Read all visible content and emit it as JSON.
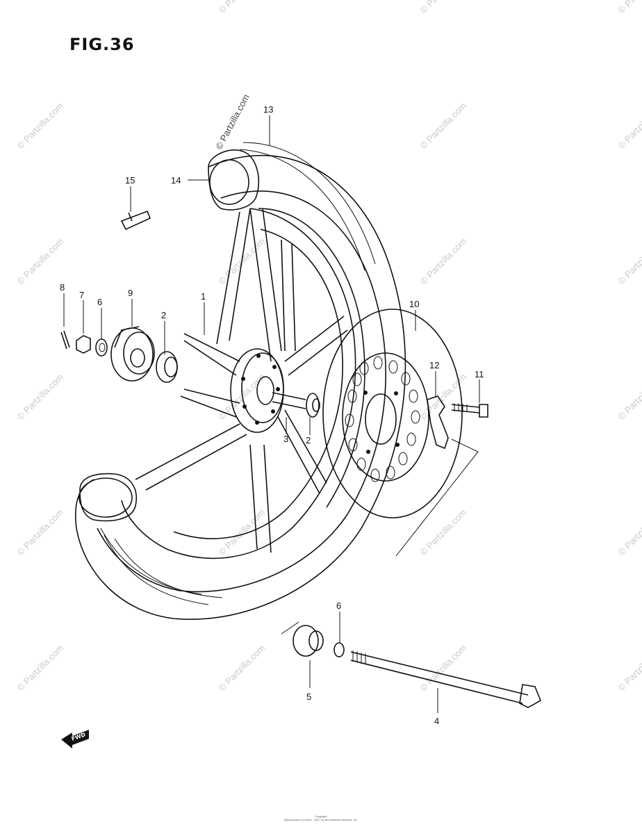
{
  "figure": {
    "title": "FIG.36"
  },
  "callouts": [
    {
      "id": "c1",
      "label": "1"
    },
    {
      "id": "c2a",
      "label": "2"
    },
    {
      "id": "c2b",
      "label": "2"
    },
    {
      "id": "c3",
      "label": "3"
    },
    {
      "id": "c4",
      "label": "4"
    },
    {
      "id": "c5",
      "label": "5"
    },
    {
      "id": "c6a",
      "label": "6"
    },
    {
      "id": "c6b",
      "label": "6"
    },
    {
      "id": "c7",
      "label": "7"
    },
    {
      "id": "c8",
      "label": "8"
    },
    {
      "id": "c9",
      "label": "9"
    },
    {
      "id": "c10",
      "label": "10"
    },
    {
      "id": "c11",
      "label": "11"
    },
    {
      "id": "c12",
      "label": "12"
    },
    {
      "id": "c13",
      "label": "13"
    },
    {
      "id": "c14",
      "label": "14"
    },
    {
      "id": "c15",
      "label": "15"
    }
  ],
  "watermark": {
    "text": "© Partzilla.com"
  },
  "fwd_label": "FWD",
  "footer": {
    "line1": "Copyright",
    "line2": "Reproduction (c) 2014 - 2017 by ARI Network Services, Inc."
  }
}
